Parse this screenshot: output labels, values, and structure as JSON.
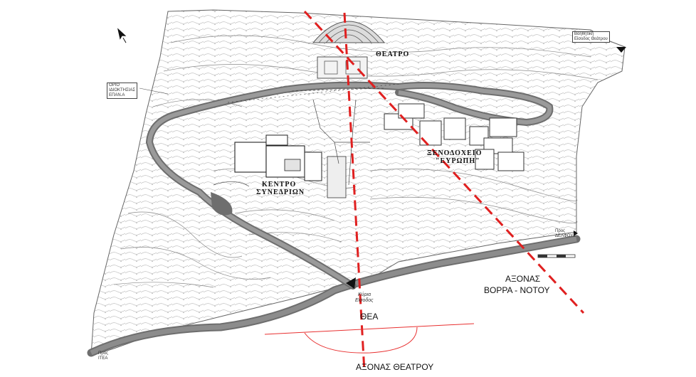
{
  "labels": {
    "theatre": "ΘΕΑΤΡΟ",
    "conference_line1": "ΚΕΝΤΡΟ",
    "conference_line2": "ΣΥΝΕΔΡΙΩΝ",
    "hotel_line1": "ΞΕΝΟΔΟΧΕΙΟ",
    "hotel_line2": "\"ΕΥΡΩΠΗ\"",
    "main_entrance_line1": "Κύρια",
    "main_entrance_line2": "Είσοδος",
    "side_entrance_line1": "Βοηθητική",
    "side_entrance_line2": "Είσοδος Θεάτρου",
    "boundary_line1": "ΟΡΙΟ",
    "boundary_line2": "ΙΔΙΟΚΤΗΣΙΑΣ",
    "boundary_line3": "ΕΠΑΝ.Α",
    "to_delphi_line1": "Προς",
    "to_delphi_line2": "ΔΕΛΦΟΥΣ",
    "to_itea_line1": "Προς",
    "to_itea_line2": "ΙΤΕΑ",
    "view": "ΘΕΑ",
    "ns_axis_line1": "ΑΞΟΝΑΣ",
    "ns_axis_line2": "ΒΟΡΡΑ - ΝΟΤΟΥ",
    "theatre_axis": "ΑΞΟΝΑΣ ΘΕΑΤΡΟΥ"
  },
  "icons": {
    "north": "north-arrow-icon",
    "entrance": "entrance-arrow-icon",
    "scale": "scale-bar-icon"
  },
  "colors": {
    "axis_line": "#e02020",
    "view_line": "#e83030",
    "road": "#6e6e6e",
    "line_work": "#555555",
    "ink": "#111111"
  }
}
